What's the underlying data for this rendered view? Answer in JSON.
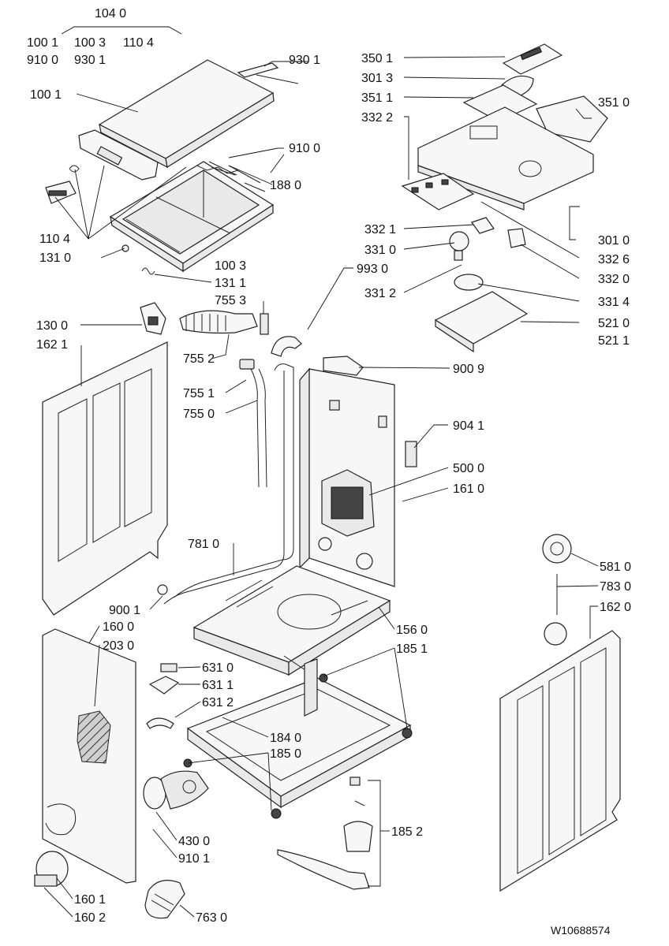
{
  "labels": {
    "l_104_0": "104 0",
    "l_100_1_top": "100 1",
    "l_100_3_top": "100 3",
    "l_110_4_top": "110 4",
    "l_910_0_top": "910 0",
    "l_930_1_top": "930 1",
    "l_930_1": "930 1",
    "l_100_1": "100 1",
    "l_910_0": "910 0",
    "l_188_0": "188 0",
    "l_110_4": "110 4",
    "l_131_0": "131 0",
    "l_100_3": "100 3",
    "l_131_1": "131 1",
    "l_755_3": "755 3",
    "l_993_0": "993 0",
    "l_130_0": "130 0",
    "l_162_1": "162 1",
    "l_755_2": "755 2",
    "l_755_1": "755 1",
    "l_755_0": "755 0",
    "l_350_1": "350 1",
    "l_301_3": "301 3",
    "l_351_1": "351 1",
    "l_351_0": "351 0",
    "l_332_2": "332 2",
    "l_332_1": "332 1",
    "l_331_0": "331 0",
    "l_301_0": "301 0",
    "l_332_6": "332 6",
    "l_332_0": "332 0",
    "l_331_2": "331 2",
    "l_331_4": "331 4",
    "l_521_0": "521 0",
    "l_521_1": "521 1",
    "l_900_9": "900 9",
    "l_904_1": "904 1",
    "l_500_0": "500 0",
    "l_161_0": "161 0",
    "l_781_0": "781 0",
    "l_900_1": "900 1",
    "l_160_0": "160 0",
    "l_203_0": "203 0",
    "l_156_0": "156 0",
    "l_185_1": "185 1",
    "l_631_0": "631 0",
    "l_631_1": "631 1",
    "l_631_2": "631 2",
    "l_184_0": "184 0",
    "l_185_0": "185 0",
    "l_430_0": "430 0",
    "l_910_1": "910 1",
    "l_185_2": "185 2",
    "l_160_1": "160 1",
    "l_160_2": "160 2",
    "l_763_0": "763 0",
    "l_581_0": "581 0",
    "l_783_0": "783 0",
    "l_162_0": "162 0",
    "drawing_number": "W10688574"
  },
  "colors": {
    "line": "#222222",
    "part_fill": "#f7f7f7",
    "background": "#ffffff"
  }
}
